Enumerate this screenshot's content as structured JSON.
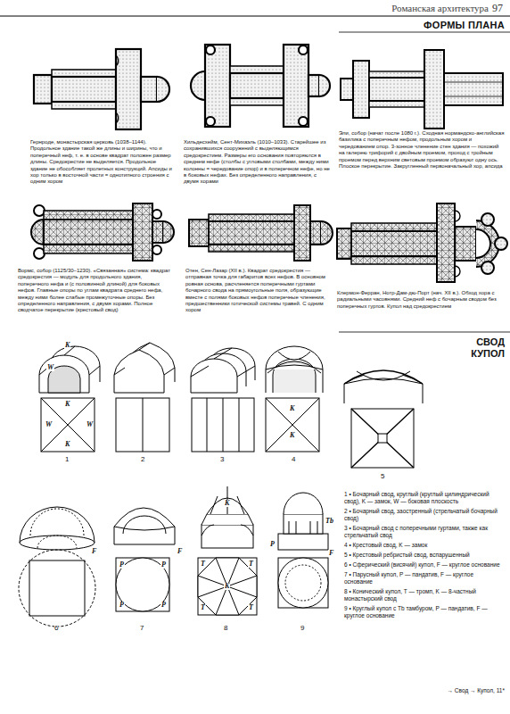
{
  "diagram": {
    "title": "ФОРМЫ ПЛАНА",
    "labels": [
      "Романская архитектура",
      "97",
      "Гернроде, монастырская церковь (1038–1144). Продольное здание такой же длины и ширины, что и поперечный неф, т. е. в основе квадрат положен размер длины. Средокрестие не выделяется. Продольное здание не обособляет пролетных конструкций. Апсиды и хор только в восточной части = однотипного строения с одним хором",
      "Хильдесхейм, Сент-Михаэль (1010–1033). Старейшее из сохранившихся сооружений с выделяющимся средокрестием. Размеры его основания повторяются в среднем нефе (столбы с угловыми столбами, между ними колонны = чередование опор) и в поперечном нефе, но не в боковых нефах. Без определенного направления, с двумя хорами",
      "Эли, собор (начат после 1080 г.). Сходная нормандско-английская базилика с поперечным нефом, продольным хором и чередованием опор. 3-зонное членение стен здания — похожий на галерею трифорий с двойным проемом, проход с тройным проемом перед верхним световым проемом образуют одну ось. Плоское перекрытие. Закругленный первоначальный хор, апсида",
      "Вормс, собор (1125/30–1230). «Связанная» система: квадрат средокрестия — модуль для продольного здания, поперечного нефа и (с половинной длиной) для боковых нефов. Главные опоры по углам квадрата среднего нефа, между ними более слабые промежуточные опоры. Без определенного направления, с двумя хорами. Полное сводчатое перекрытие (крестовый свод)",
      "Отен, Сен-Лазар (XII в.). Квадрат средокрестия — отправная точка для габаритов всех нефов. В основном ровная основа, расчленяется поперечными гуртами бочарного свода на прямоугольные поля, образующие вместе с полями боковых нефов поперечные членения, предшественники готической системы травей. С одним хором",
      "Клермон-Ферран, Нотр-Дам-дю-Порт (нач. XII в.). Обход хора с радиальными часовнями. Средний неф с бочарным сводом без поперечных гуртов. Купол над средокрестием",
      "СВОД",
      "КУПОЛ",
      "K",
      "W",
      "K",
      "W",
      "W",
      "K",
      "1",
      "2",
      "3",
      "K",
      "K",
      "4",
      "5",
      "F",
      "6",
      "P",
      "P",
      "P",
      "P",
      "F",
      "7",
      "K",
      "T",
      "T",
      "T",
      "T",
      "K",
      "8",
      "Tb",
      "P",
      "F",
      "9",
      "1 • Бочарный свод, круглый (круглый цилиндрический свод), K — замок, W — боковая плоскость",
      "2 • Бочарный свод, заостренный (стрельчатый бочарный свод)",
      "3 • Бочарный свод с поперечными гуртами, также как стрельчатый свод",
      "4 • Крестовый свод, K — замок",
      "5 • Крестовый ребристый свод, вспарушенный",
      "6 • Сферический (висячий) купол, F — круглое основание",
      "7 • Парусный купол, P — пандатив, F — круглое основание",
      "8 • Конический купол, T — тромп, K — 8-частный монастырский свод",
      "9 • Круглый купол с Tb тамбуром, P — пандатив, F — круглое основание",
      "→ Свод → Купол, 11*"
    ]
  }
}
